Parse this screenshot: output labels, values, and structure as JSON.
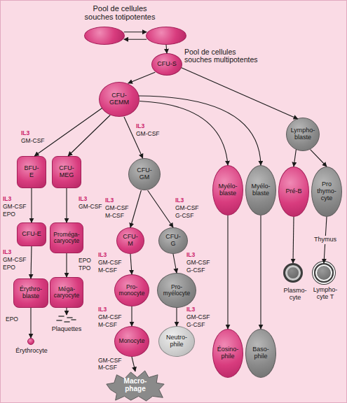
{
  "diagram": {
    "nodes": [
      {
        "text": [
          "Pool de cellules souches totipotentes"
        ]
      },
      {
        "text": []
      },
      {
        "text": [
          "CFU-S",
          "Pool de cellules souches multipotentes"
        ]
      },
      {
        "text": [
          "CFU- GEMM"
        ]
      },
      {
        "text": [
          "Lympho- blaste"
        ]
      },
      {
        "text": [
          "BFU- E"
        ]
      },
      {
        "text": [
          "CFU- MEG"
        ]
      },
      {
        "text": [
          "CFU- GM"
        ]
      },
      {
        "text": [
          "Myélo- blaste"
        ]
      },
      {
        "text": [
          "Myélo- blaste"
        ]
      },
      {
        "text": [
          "Pré-B"
        ]
      },
      {
        "text": [
          "Pro thymo- cyte"
        ]
      },
      {
        "text": [
          "CFU-E"
        ]
      },
      {
        "text": [
          "Proméga- caryocyte"
        ]
      },
      {
        "text": [
          "CFU- M"
        ]
      },
      {
        "text": [
          "CFU- G"
        ]
      },
      {
        "text": [
          "Érythro- blaste"
        ]
      },
      {
        "text": [
          "Méga- caryocyte"
        ]
      },
      {
        "text": [
          "Pro- monocyte"
        ]
      },
      {
        "text": [
          "Pro- myélocyte"
        ]
      },
      {
        "text": [
          "Plasmo- cyte"
        ]
      },
      {
        "text": [
          "Lympho- cyte T"
        ]
      },
      {
        "text": [
          "Érythrocyte"
        ]
      },
      {
        "text": [
          "Plaquettes"
        ]
      },
      {
        "text": [
          "Monocyte"
        ]
      },
      {
        "text": [
          "Neutro- phile"
        ]
      },
      {
        "text": [
          "Éosino- phile"
        ]
      },
      {
        "text": [
          "Baso- phile"
        ]
      },
      {
        "text": [
          "Macro- phage"
        ]
      }
    ],
    "edges": [
      {
        "from": 0,
        "to": 1,
        "arrow": "to"
      },
      {
        "from": 1,
        "to": 0,
        "arrow": "to"
      },
      {
        "from": 1,
        "to": 2,
        "arrow": "to"
      },
      {
        "from": 2,
        "to": 3,
        "arrow": "to"
      },
      {
        "from": 2,
        "to": 4,
        "arrow": "to"
      },
      {
        "from": 3,
        "to": 5,
        "arrow": "to"
      },
      {
        "from": 3,
        "to": 6,
        "arrow": "to"
      },
      {
        "from": 3,
        "to": 7,
        "arrow": "to"
      },
      {
        "from": 3,
        "to": 8,
        "arrow": "to"
      },
      {
        "from": 3,
        "to": 9,
        "arrow": "to"
      },
      {
        "from": 4,
        "to": 10,
        "arrow": "to"
      },
      {
        "from": 4,
        "to": 11,
        "arrow": "to"
      },
      {
        "from": 5,
        "to": 12,
        "arrow": "to"
      },
      {
        "from": 6,
        "to": 13,
        "arrow": "to"
      },
      {
        "from": 7,
        "to": 14,
        "arrow": "to"
      },
      {
        "from": 7,
        "to": 15,
        "arrow": "to"
      },
      {
        "from": 8,
        "to": 26,
        "arrow": "to"
      },
      {
        "from": 9,
        "to": 27,
        "arrow": "to"
      },
      {
        "from": 10,
        "to": 20,
        "arrow": "to"
      },
      {
        "from": 11,
        "to": 21,
        "label": "Thymus",
        "arrow": "to"
      },
      {
        "from": 12,
        "to": 16,
        "arrow": "to"
      },
      {
        "from": 13,
        "to": 17,
        "arrow": "to"
      },
      {
        "from": 14,
        "to": 18,
        "arrow": "to"
      },
      {
        "from": 15,
        "to": 19,
        "arrow": "to"
      },
      {
        "from": 16,
        "to": 22,
        "arrow": "to"
      },
      {
        "from": 17,
        "to": 23,
        "arrow": "to"
      },
      {
        "from": 18,
        "to": 24,
        "arrow": "to"
      },
      {
        "from": 19,
        "to": 25,
        "arrow": "to"
      },
      {
        "from": 24,
        "to": 28,
        "arrow": "to"
      }
    ],
    "labels": [
      "IL3",
      "GM-CSF",
      "IL3",
      "GM-CSF",
      "IL3",
      "GM-CSF",
      "EPO",
      "IL3",
      "GM-CSF",
      "IL3",
      "GM-CSF",
      "M-CSF",
      "IL3",
      "GM-CSF",
      "G-CSF",
      "IL3",
      "GM-CSF",
      "EPO",
      "IL3",
      "GM-CSF",
      "M-CSF",
      "IL3",
      "GM-CSF",
      "G-CSF",
      "EPO",
      "TPO",
      "IL3",
      "GM-CSF",
      "M-CSF",
      "IL3",
      "GM-CSF",
      "G-CSF",
      "EPO",
      "GM-CSF",
      "M-CSF"
    ]
  }
}
